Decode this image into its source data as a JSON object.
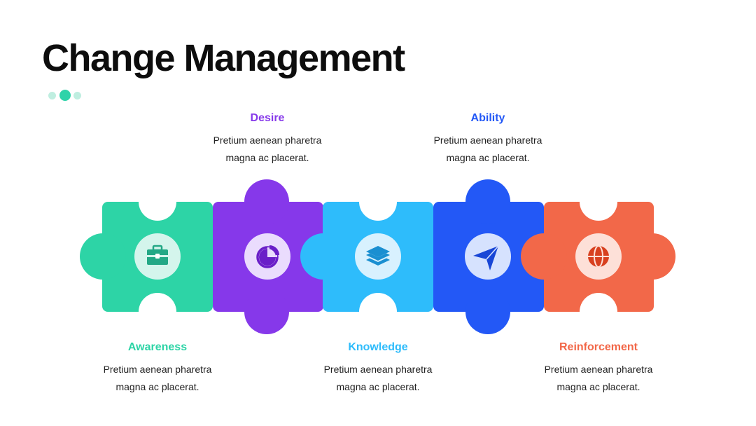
{
  "title": "Change Management",
  "colors": {
    "awareness": "#2dd4a6",
    "desire": "#8638ea",
    "knowledge": "#2ebcfb",
    "ability": "#2358f6",
    "reinforcement": "#f26849"
  },
  "steps": [
    {
      "title": "Awareness",
      "text_line1": "Pretium aenean pharetra",
      "text_line2": "magna ac placerat.",
      "icon": "briefcase-icon"
    },
    {
      "title": "Desire",
      "text_line1": "Pretium aenean pharetra",
      "text_line2": "magna ac placerat.",
      "icon": "pie-chart-icon"
    },
    {
      "title": "Knowledge",
      "text_line1": "Pretium aenean pharetra",
      "text_line2": "magna ac placerat.",
      "icon": "layers-icon"
    },
    {
      "title": "Ability",
      "text_line1": "Pretium aenean pharetra",
      "text_line2": "magna ac placerat.",
      "icon": "send-icon"
    },
    {
      "title": "Reinforcement",
      "text_line1": "Pretium aenean pharetra",
      "text_line2": "magna ac placerat.",
      "icon": "globe-icon"
    }
  ]
}
